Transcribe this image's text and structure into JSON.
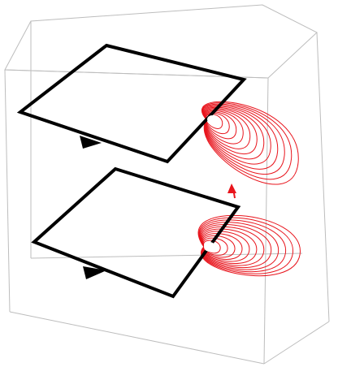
{
  "figure": {
    "box_color": "#bdbdbd",
    "loop_color": "#000000",
    "field_color": "#e8141c",
    "loops": [
      {
        "id": "upper",
        "current_arrow_icon": "arrow-right-icon"
      },
      {
        "id": "lower",
        "current_arrow_icon": "arrow-right-icon"
      }
    ],
    "force_arrow_icon": "arrow-up-icon",
    "field_lines_per_loop": 12
  }
}
